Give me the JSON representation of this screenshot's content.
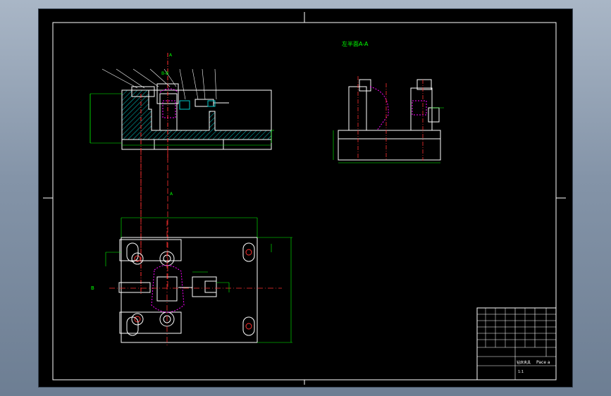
{
  "drawing": {
    "section_bb_label": "B-B",
    "section_aa_label": "左半面A-A",
    "section_marker_top": "A",
    "section_marker_mid": "A",
    "plan_marker_left": "B",
    "title_block": {
      "company_text": "Pace a",
      "project_text": "钻床夹具",
      "scale_text": "1:1"
    }
  },
  "colors": {
    "background": "#000000",
    "outline": "#ffffff",
    "dimension": "#00ff00",
    "centerline": "#ff3030",
    "hidden_part": "#ff00ff",
    "hatch": "#00c8c8",
    "label_text": "#00ff00"
  }
}
